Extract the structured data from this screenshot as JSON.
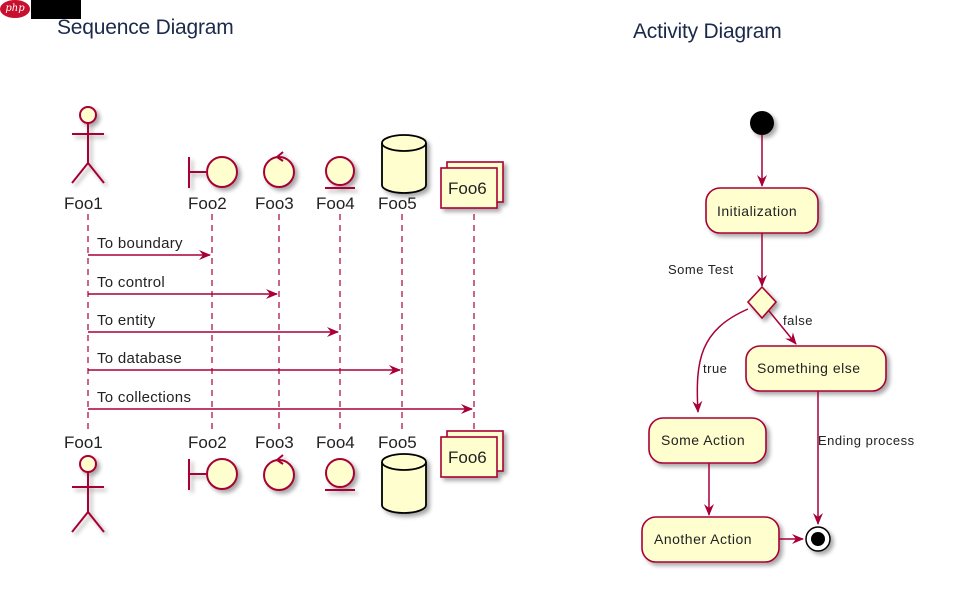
{
  "header": {
    "logo_text": "php"
  },
  "sequence": {
    "title": "Sequence Diagram",
    "participants": [
      {
        "name": "Foo1",
        "kind": "actor"
      },
      {
        "name": "Foo2",
        "kind": "boundary"
      },
      {
        "name": "Foo3",
        "kind": "control"
      },
      {
        "name": "Foo4",
        "kind": "entity"
      },
      {
        "name": "Foo5",
        "kind": "database"
      },
      {
        "name": "Foo6",
        "kind": "collections"
      }
    ],
    "messages": [
      {
        "from": "Foo1",
        "to": "Foo2",
        "label": "To boundary"
      },
      {
        "from": "Foo1",
        "to": "Foo3",
        "label": "To control"
      },
      {
        "from": "Foo1",
        "to": "Foo4",
        "label": "To entity"
      },
      {
        "from": "Foo1",
        "to": "Foo5",
        "label": "To database"
      },
      {
        "from": "Foo1",
        "to": "Foo6",
        "label": "To collections"
      }
    ]
  },
  "activity": {
    "title": "Activity Diagram",
    "nodes": {
      "start": "start",
      "init": "Initialization",
      "decision_label": "Some Test",
      "true_label": "true",
      "false_label": "false",
      "something_else": "Something else",
      "some_action": "Some Action",
      "another_action": "Another Action",
      "ending_label": "Ending process",
      "end": "stop"
    }
  },
  "colors": {
    "line": "#a80036",
    "fill": "#fefece",
    "title": "#1b2a4a"
  }
}
